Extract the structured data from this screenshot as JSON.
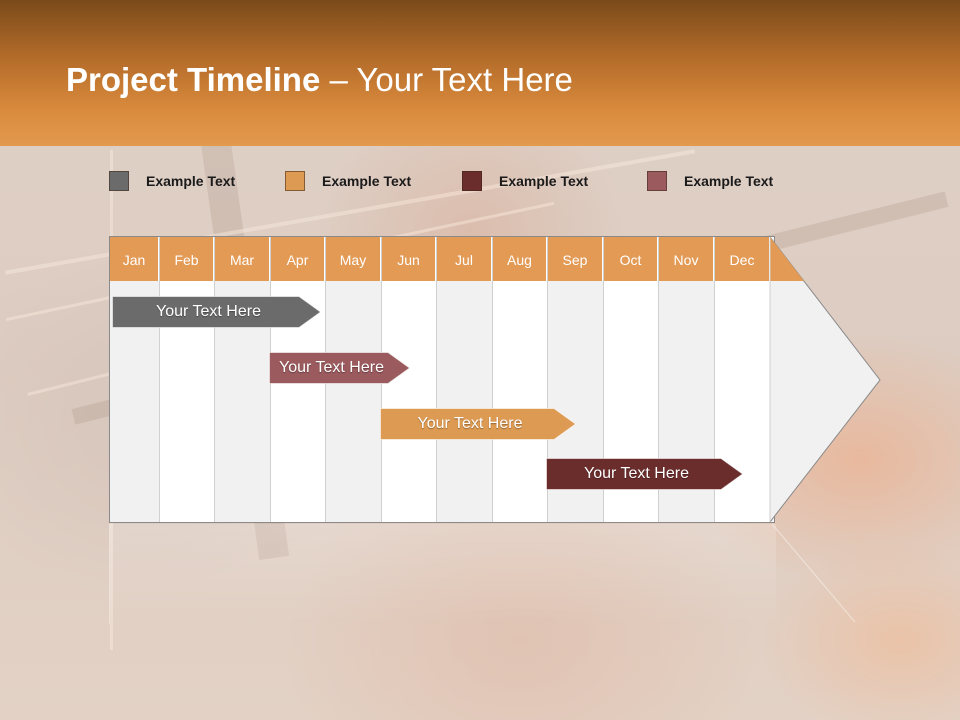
{
  "slide": {
    "title_bold": "Project Timeline",
    "title_rest": " – Your Text Here"
  },
  "legend": [
    {
      "label": "Example Text",
      "color": "#6b6b6b"
    },
    {
      "label": "Example Text",
      "color": "#dd9a52"
    },
    {
      "label": "Example Text",
      "color": "#6b2c2c"
    },
    {
      "label": "Example Text",
      "color": "#9a5a5e"
    }
  ],
  "months": [
    "Jan",
    "Feb",
    "Mar",
    "Apr",
    "May",
    "Jun",
    "Jul",
    "Aug",
    "Sep",
    "Oct",
    "Nov",
    "Dec"
  ],
  "tasks": [
    {
      "label": "Your  Text Here",
      "start_month": "Jan",
      "end_month": "Apr",
      "color": "#6b6b6b"
    },
    {
      "label": "Your  Text Here",
      "start_month": "Apr",
      "end_month": "Jun",
      "color": "#9a5a5e"
    },
    {
      "label": "Your  Text Here",
      "start_month": "Jun",
      "end_month": "Sep",
      "color": "#dd9a52"
    },
    {
      "label": "Your  Text Here",
      "start_month": "Sep",
      "end_month": "Dec",
      "color": "#6b2c2c"
    }
  ],
  "colors": {
    "header_orange": "#d98a3c",
    "month_header": "#e39a55"
  }
}
